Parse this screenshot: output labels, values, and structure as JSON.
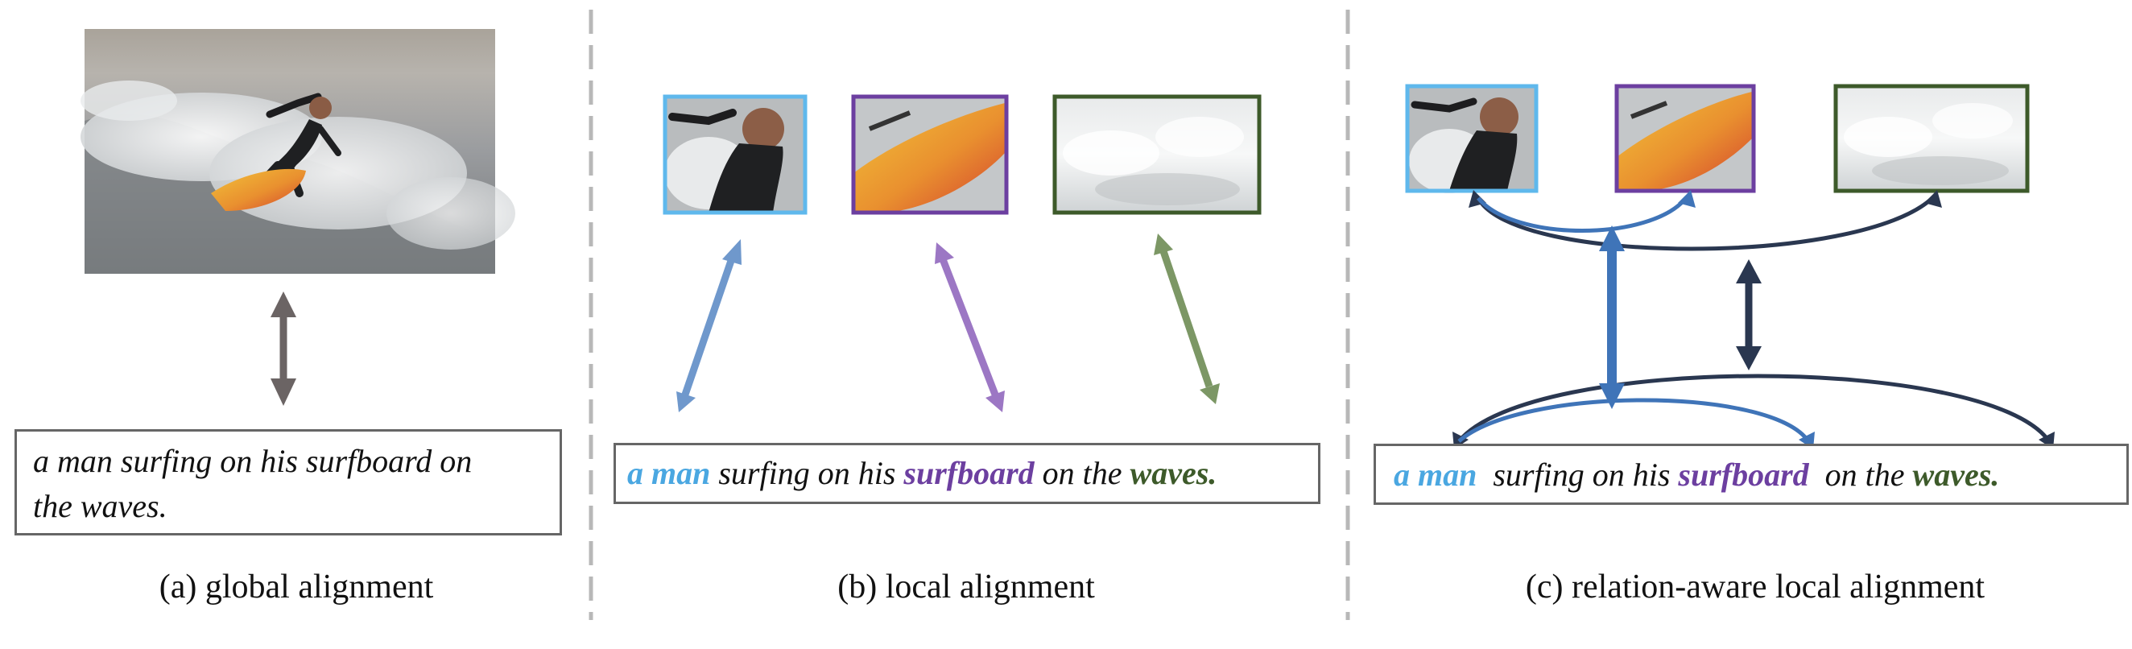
{
  "panels": [
    {
      "caption": {
        "line1": "a man surfing on his surfboard on",
        "line2": "the waves."
      },
      "label": "(a) global alignment"
    },
    {
      "caption": {
        "w1": "a man",
        "w2": " surfing on his ",
        "w3": "surfboard",
        "w4": " on the ",
        "w5": "waves."
      },
      "label": "(b) local alignment"
    },
    {
      "caption": {
        "w1": "a man",
        "w2": "  surfing on his ",
        "w3": "surfboard",
        "w4": "  on the ",
        "w5": "waves."
      },
      "label": "(c) relation-aware local alignment"
    }
  ],
  "colors": {
    "man": "#4aa7e1",
    "surfboard": "#6c3fa0",
    "waves": "#3d5a2a",
    "global_arrow": "#6b6464",
    "relation_arrow": "#2a3750",
    "relation_arrow_blue": "#3f74b8"
  }
}
